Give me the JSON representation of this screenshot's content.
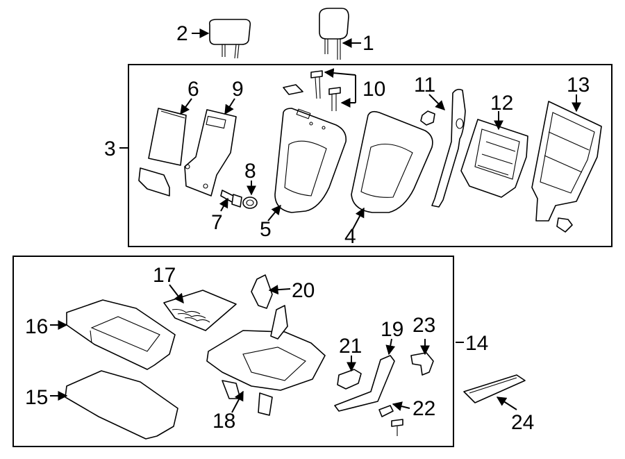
{
  "callouts": {
    "c1": "1",
    "c2": "2",
    "c3": "3",
    "c4": "4",
    "c5": "5",
    "c6": "6",
    "c7": "7",
    "c8": "8",
    "c9": "9",
    "c10": "10",
    "c11": "11",
    "c12": "12",
    "c13": "13",
    "c14": "14",
    "c15": "15",
    "c16": "16",
    "c17": "17",
    "c18": "18",
    "c19": "19",
    "c20": "20",
    "c21": "21",
    "c22": "22",
    "c23": "23",
    "c24": "24"
  },
  "colors": {
    "line": "#000000",
    "background": "#ffffff"
  }
}
